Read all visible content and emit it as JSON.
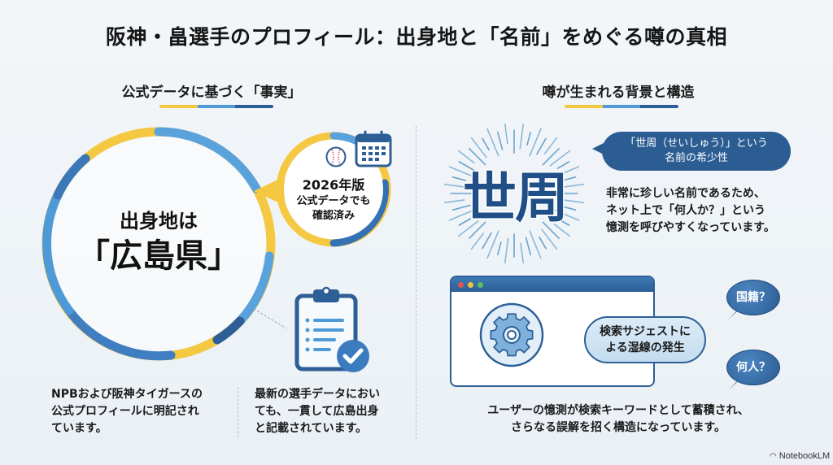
{
  "title": "阪神・畠選手のプロフィール：出身地と「名前」をめぐる噂の真相",
  "left": {
    "heading": "公式データに基づく「事実」",
    "main_circle": {
      "line1": "出身地は",
      "line2": "「広島県」"
    },
    "badge": {
      "line1": "2026年版",
      "line2": "公式データでも",
      "line3": "確認済み",
      "icons": [
        "baseball-icon",
        "calendar-icon"
      ]
    },
    "clipboard_icon": "clipboard-check-icon",
    "captions": [
      "NPBおよび阪神タイガースの公式プロフィールに明記されています。",
      "最新の選手データにおいても、一貫して広島出身と記載されています。"
    ],
    "caption_lines": [
      [
        "NPBおよび阪神タイガースの",
        "公式プロフィールに明記され",
        "ています。"
      ],
      [
        "最新の選手データにおい",
        "ても、一貫して広島出身",
        "と記載されています。"
      ]
    ]
  },
  "right": {
    "heading": "噂が生まれる背景と構造",
    "name_kanji": "世周",
    "name_bubble": {
      "line1": "「世周（せいしゅう）」という",
      "line2": "名前の希少性"
    },
    "explanation_lines": [
      "非常に珍しい名前であるため、",
      "ネット上で「何人か？」という",
      "憶測を呼びやすくなっています。"
    ],
    "browser": {
      "gear_icon": "gear-icon",
      "suggest_line1": "検索サジェストに",
      "suggest_line2": "よる湿線の発生"
    },
    "question_bubbles": [
      "国籍？",
      "何人？"
    ],
    "summary_lines": [
      "ユーザーの憶測が検索キーワードとして蓄積され、",
      "さらなる誤解を招く構造になっています。"
    ]
  },
  "footer": {
    "brand": "NotebookLM"
  },
  "colors": {
    "yellow": "#f5c842",
    "light_blue": "#4d9ad6",
    "dark_blue": "#2d5f96"
  }
}
